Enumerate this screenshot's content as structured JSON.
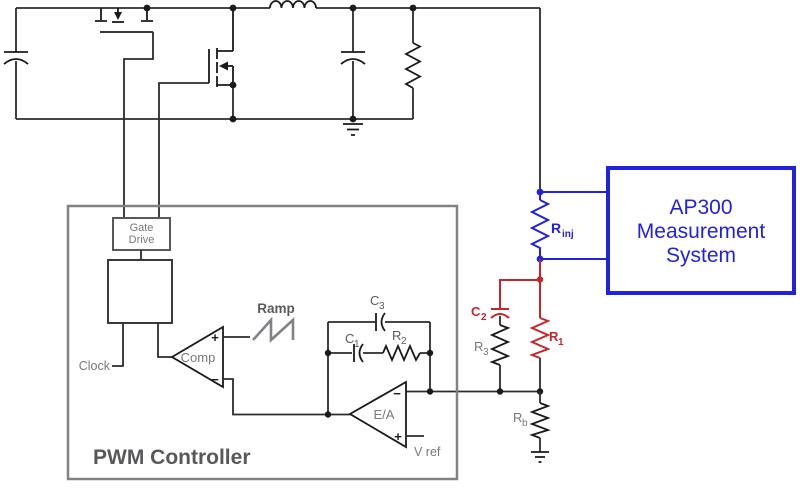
{
  "pwm_controller": {
    "title": "PWM Controller",
    "gate_drive": {
      "line1": "Gate",
      "line2": "Drive"
    },
    "clock_label": "Clock",
    "comp_label": "Comp",
    "ea_label": "E/A",
    "ramp_label": "Ramp",
    "vref_label": "V ref",
    "plus": "+",
    "minus": "−"
  },
  "measurement_system": {
    "line1": "AP300",
    "line2": "Measurement",
    "line3": "System"
  },
  "components": {
    "rinj": {
      "base": "R",
      "sub": "inj"
    },
    "c2": {
      "base": "C",
      "sub": "2"
    },
    "r1": {
      "base": "R",
      "sub": "1"
    },
    "r3": {
      "base": "R",
      "sub": "3"
    },
    "rb": {
      "base": "R",
      "sub": "b"
    },
    "c1": {
      "base": "C",
      "sub": "1"
    },
    "c3": {
      "base": "C",
      "sub": "3"
    },
    "r2": {
      "base": "R",
      "sub": "2"
    }
  },
  "colors": {
    "wire": "#2b2b2b",
    "blue": "#2121de",
    "red": "#c1272d",
    "gray": "#808285"
  }
}
